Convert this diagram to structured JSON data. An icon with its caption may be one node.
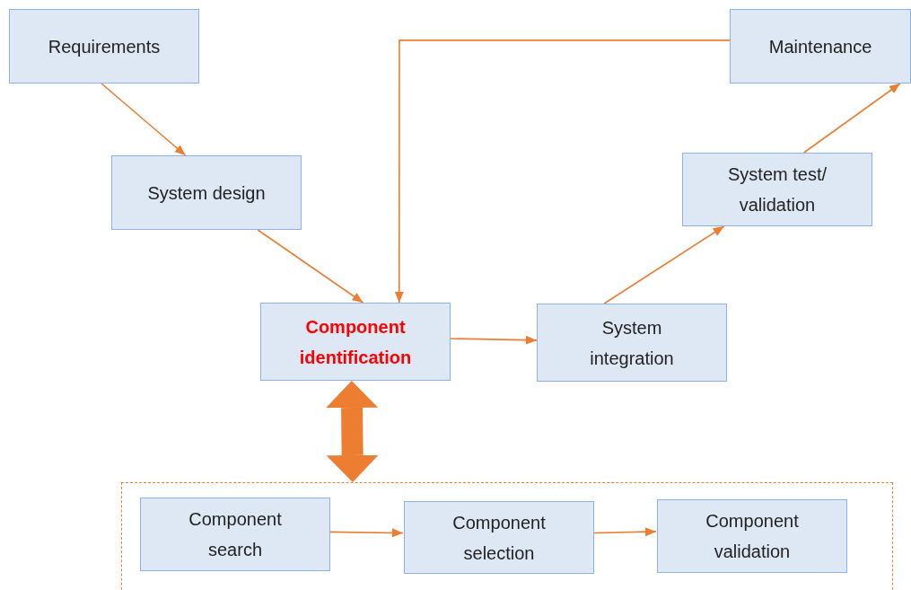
{
  "diagram": {
    "nodes": [
      {
        "text": [
          "Requirements"
        ]
      },
      {
        "text": [
          "System design"
        ]
      },
      {
        "text": [
          "Component identification"
        ]
      },
      {
        "text": [
          "System integration"
        ]
      },
      {
        "text": [
          "System test/ validation"
        ]
      },
      {
        "text": [
          "Maintenance"
        ]
      },
      {
        "text": [],
        "shape": "box"
      },
      {
        "text": [
          "Component search"
        ],
        "in": 6
      },
      {
        "text": [
          "Component selection"
        ],
        "in": 6
      },
      {
        "text": [
          "Component validation"
        ],
        "in": 6
      }
    ],
    "edges": [
      {
        "from": 0,
        "to": 1,
        "arrow": "to"
      },
      {
        "from": 1,
        "to": 2,
        "arrow": "to"
      },
      {
        "from": 5,
        "to": 2,
        "arrow": "to"
      },
      {
        "from": 2,
        "to": 3,
        "arrow": "to"
      },
      {
        "from": 3,
        "to": 4,
        "arrow": "to"
      },
      {
        "from": 4,
        "to": 5,
        "arrow": "to"
      },
      {
        "from": 2,
        "to": 6,
        "arrow": "both",
        "style": "thick"
      },
      {
        "from": 7,
        "to": 8,
        "arrow": "to"
      },
      {
        "from": 8,
        "to": 9,
        "arrow": "to"
      }
    ]
  }
}
